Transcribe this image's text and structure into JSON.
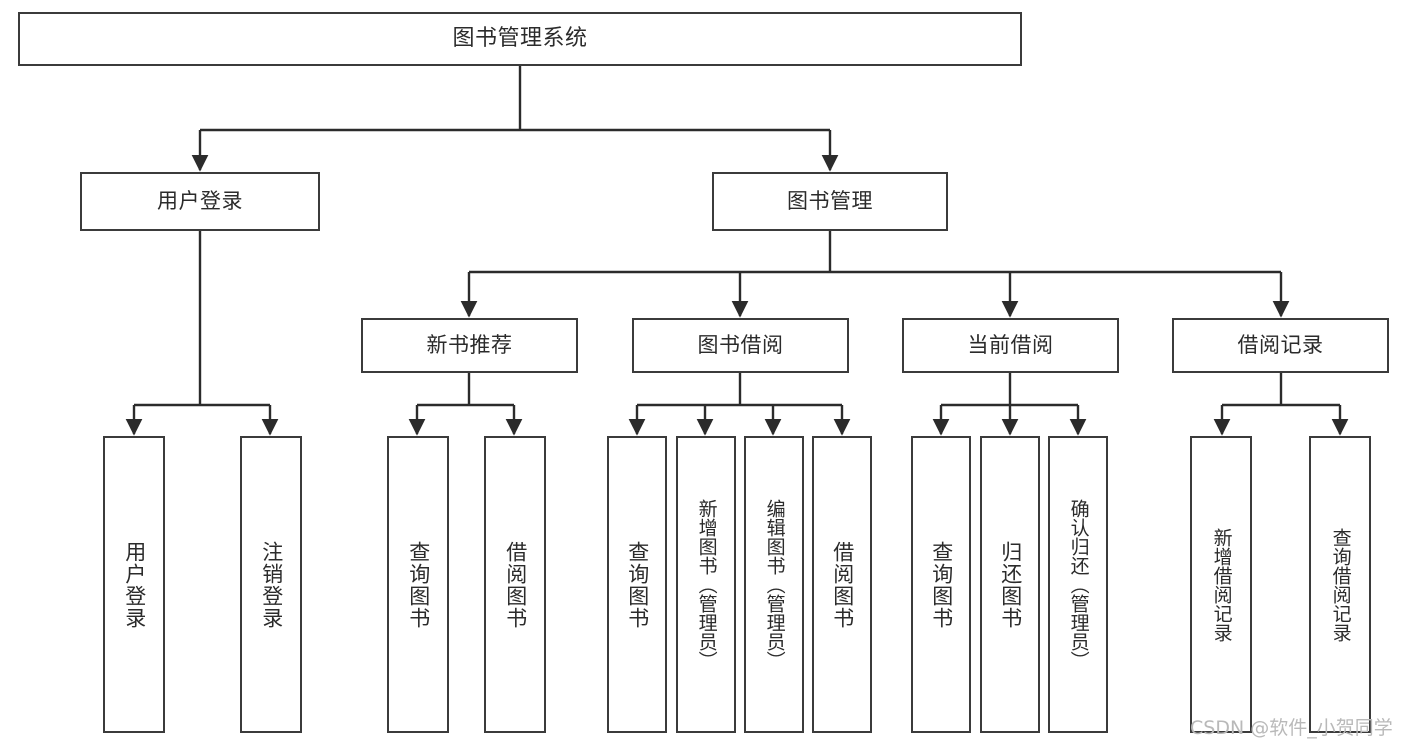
{
  "diagram": {
    "type": "tree-hierarchy",
    "title": "图书管理系统",
    "watermark": "CSDN @软件_小贺同学",
    "colors": {
      "background": "#ffffff",
      "box_border": "#3b3b3b",
      "box_fill": "#ffffff",
      "text": "#2b2b2b",
      "edge": "#2b2b2b",
      "watermark": "#b9b9b9"
    },
    "nodes": {
      "root": {
        "label": "图书管理系统",
        "level": 0,
        "orientation": "horizontal"
      },
      "user_login": {
        "label": "用户登录",
        "level": 1,
        "orientation": "horizontal"
      },
      "book_manage": {
        "label": "图书管理",
        "level": 1,
        "orientation": "horizontal"
      },
      "new_book_rec": {
        "label": "新书推荐",
        "level": 2,
        "orientation": "horizontal"
      },
      "book_borrow": {
        "label": "图书借阅",
        "level": 2,
        "orientation": "horizontal"
      },
      "current_borrow": {
        "label": "当前借阅",
        "level": 2,
        "orientation": "horizontal"
      },
      "borrow_record": {
        "label": "借阅记录",
        "level": 2,
        "orientation": "horizontal"
      },
      "leaf_user_login": {
        "label": "用户登录",
        "level": 3,
        "orientation": "vertical"
      },
      "leaf_logout": {
        "label": "注销登录",
        "level": 3,
        "orientation": "vertical"
      },
      "leaf_query_book_1": {
        "label": "查询图书",
        "level": 3,
        "orientation": "vertical"
      },
      "leaf_borrow_book_1": {
        "label": "借阅图书",
        "level": 3,
        "orientation": "vertical"
      },
      "leaf_query_book_2": {
        "label": "查询图书",
        "level": 3,
        "orientation": "vertical"
      },
      "leaf_add_book": {
        "label": "新增图书（管理员）",
        "level": 3,
        "orientation": "vertical"
      },
      "leaf_edit_book": {
        "label": "编辑图书（管理员）",
        "level": 3,
        "orientation": "vertical"
      },
      "leaf_borrow_book_2": {
        "label": "借阅图书",
        "level": 3,
        "orientation": "vertical"
      },
      "leaf_query_book_3": {
        "label": "查询图书",
        "level": 3,
        "orientation": "vertical"
      },
      "leaf_return_book": {
        "label": "归还图书",
        "level": 3,
        "orientation": "vertical"
      },
      "leaf_confirm_return": {
        "label": "确认归还（管理员）",
        "level": 3,
        "orientation": "vertical"
      },
      "leaf_add_record": {
        "label": "新增借阅记录",
        "level": 3,
        "orientation": "vertical"
      },
      "leaf_query_record": {
        "label": "查询借阅记录",
        "level": 3,
        "orientation": "vertical"
      }
    },
    "edges": [
      {
        "from": "root",
        "to": "user_login"
      },
      {
        "from": "root",
        "to": "book_manage"
      },
      {
        "from": "book_manage",
        "to": "new_book_rec"
      },
      {
        "from": "book_manage",
        "to": "book_borrow"
      },
      {
        "from": "book_manage",
        "to": "current_borrow"
      },
      {
        "from": "book_manage",
        "to": "borrow_record"
      },
      {
        "from": "user_login",
        "to": "leaf_user_login"
      },
      {
        "from": "user_login",
        "to": "leaf_logout"
      },
      {
        "from": "new_book_rec",
        "to": "leaf_query_book_1"
      },
      {
        "from": "new_book_rec",
        "to": "leaf_borrow_book_1"
      },
      {
        "from": "book_borrow",
        "to": "leaf_query_book_2"
      },
      {
        "from": "book_borrow",
        "to": "leaf_add_book"
      },
      {
        "from": "book_borrow",
        "to": "leaf_edit_book"
      },
      {
        "from": "book_borrow",
        "to": "leaf_borrow_book_2"
      },
      {
        "from": "current_borrow",
        "to": "leaf_query_book_3"
      },
      {
        "from": "current_borrow",
        "to": "leaf_return_book"
      },
      {
        "from": "current_borrow",
        "to": "leaf_confirm_return"
      },
      {
        "from": "borrow_record",
        "to": "leaf_add_record"
      },
      {
        "from": "borrow_record",
        "to": "leaf_query_record"
      }
    ]
  }
}
